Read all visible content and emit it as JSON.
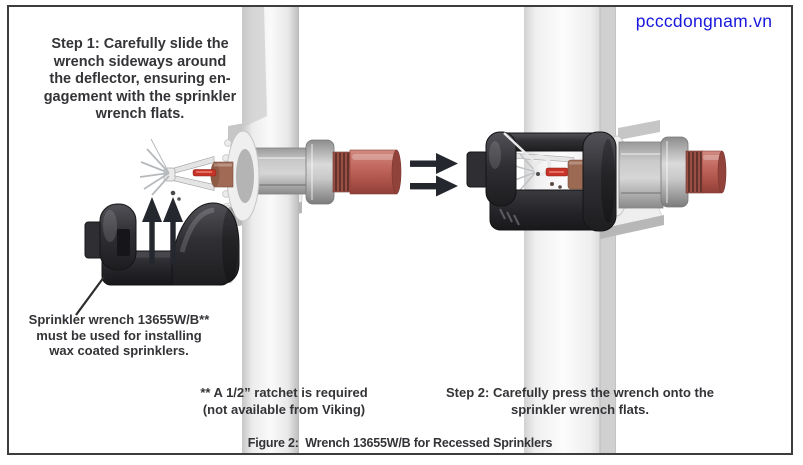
{
  "page": {
    "watermark": "pcccdongnam.vn",
    "figure_caption": "Figure 2:  Wrench 13655W/B for Recessed Sprinklers"
  },
  "steps": {
    "step1": "Step 1: Carefully slide the\nwrench sideways around\nthe deflector, ensuring en-\ngagement with the sprinkler\nwrench flats.",
    "step2": "Step 2: Carefully press the wrench onto the\nsprinkler wrench flats."
  },
  "notes": {
    "wrench_label": "Sprinkler wrench 13655W/B**\nmust be used for installing\nwax coated sprinklers.",
    "ratchet_note": "** A 1/2” ratchet is required\n(not available from Viking)"
  },
  "colors": {
    "text": "#343438",
    "blue": "#1717dd",
    "arrow": "#25272e",
    "border": "#3d3d3d",
    "wrench": "#2b2b2e",
    "pipe_red": "#b55e55"
  }
}
